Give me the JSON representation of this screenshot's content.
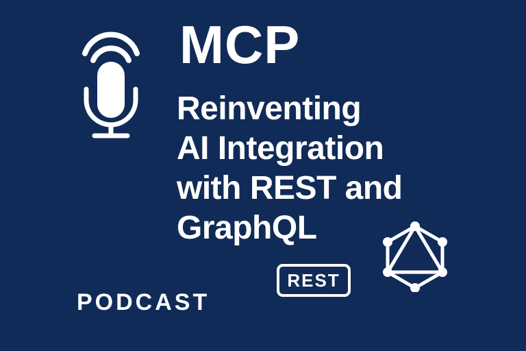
{
  "cover": {
    "title": "MCP",
    "subtitle_lines": [
      "Reinventing",
      "AI Integration",
      "with REST and",
      "GraphQL"
    ],
    "badge_label": "REST",
    "footer_label": "PODCAST"
  },
  "icons": {
    "microphone": "microphone-icon",
    "graphql": "graphql-icon"
  },
  "colors": {
    "background": "#102b57",
    "foreground": "#ffffff"
  }
}
